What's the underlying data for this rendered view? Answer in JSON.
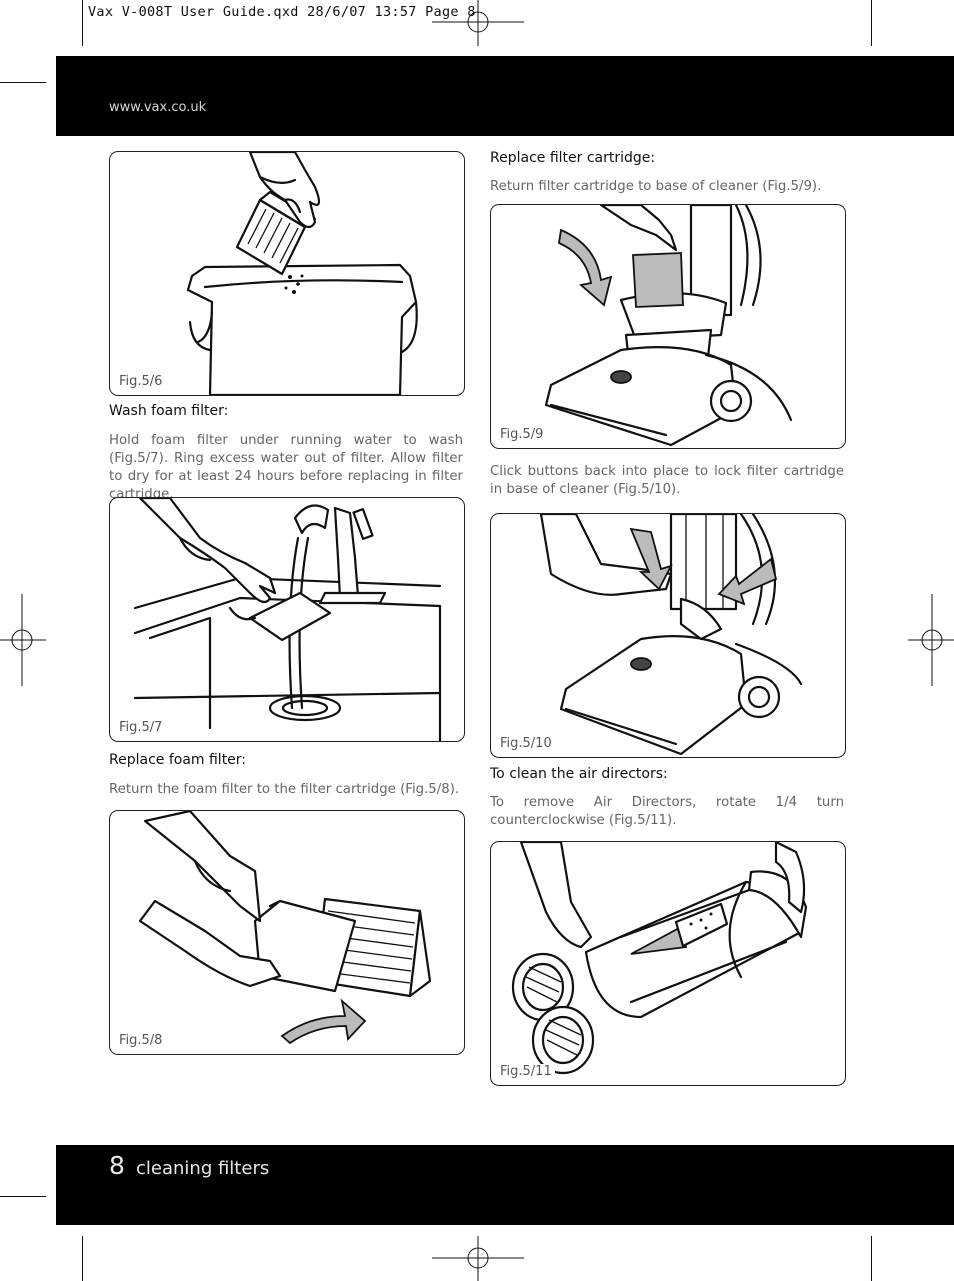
{
  "slug": "Vax V-008T User Guide.qxd  28/6/07  13:57  Page 8",
  "header": {
    "url": "www.vax.co.uk"
  },
  "footer": {
    "page_number": "8",
    "section": "cleaning filters"
  },
  "left_column": {
    "fig_5_6": "Fig.5/6",
    "wash_heading": "Wash foam filter:",
    "wash_text": "Hold foam filter under running water to wash (Fig.5/7). Ring excess water out of filter. Allow filter to dry for at least 24 hours before replacing in filter cartridge.",
    "fig_5_7": "Fig.5/7",
    "replace_foam_heading": "Replace foam filter:",
    "replace_foam_text": "Return the foam filter to the filter cartridge (Fig.5/8).",
    "fig_5_8": "Fig.5/8"
  },
  "right_column": {
    "replace_cartridge_heading": "Replace filter cartridge:",
    "replace_cartridge_text": "Return filter cartridge to base of cleaner (Fig.5/9).",
    "fig_5_9": "Fig.5/9",
    "click_buttons_text": "Click buttons back into place to lock filter cartridge in base of cleaner (Fig.5/10).",
    "fig_5_10": "Fig.5/10",
    "air_directors_heading": "To clean the air directors:",
    "air_directors_text": "To remove Air Directors, rotate 1/4 turn counterclockwise (Fig.5/11).",
    "fig_5_11": "Fig.5/11"
  }
}
